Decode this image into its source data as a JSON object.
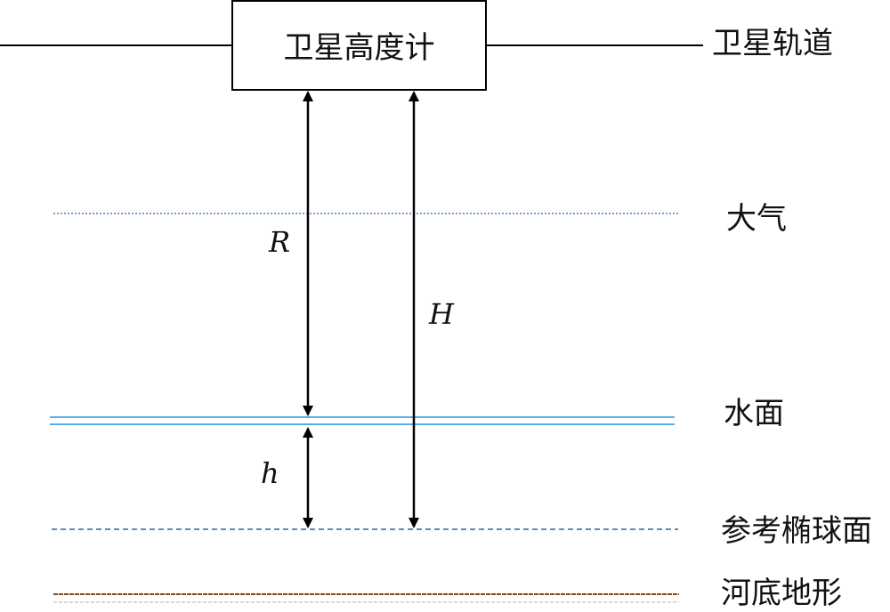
{
  "altimeter": {
    "label": "卫星高度计"
  },
  "layers": {
    "orbit": {
      "label": "卫星轨道",
      "color": "#000000"
    },
    "atmosphere": {
      "label": "大气",
      "color": "#4a7cc4"
    },
    "water_surface": {
      "label": "水面",
      "color": "#5aaae6"
    },
    "reference_ellipsoid": {
      "label": "参考椭球面",
      "color": "#2f5fb0"
    },
    "riverbed": {
      "label": "河底地形",
      "color": "#8b4513"
    }
  },
  "variables": {
    "R": "R",
    "H": "H",
    "h": "h"
  }
}
